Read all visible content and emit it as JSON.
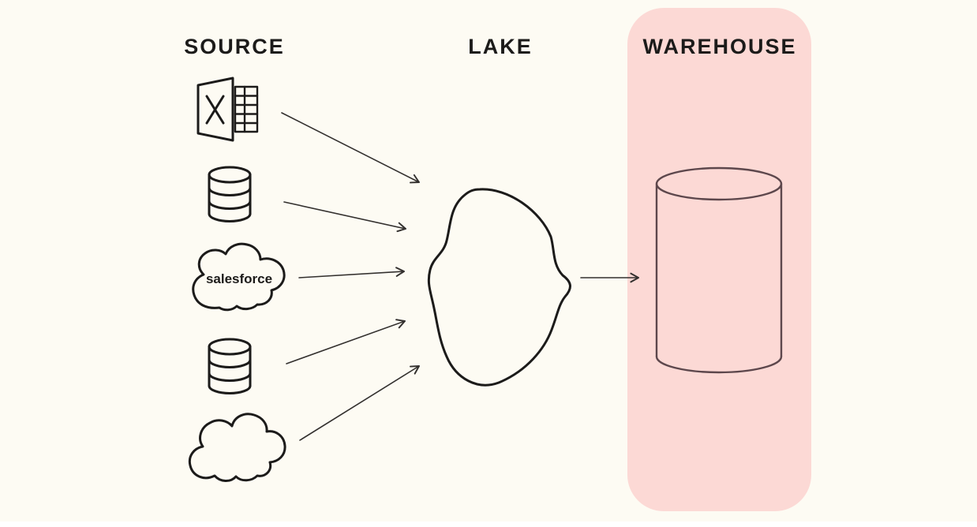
{
  "headings": {
    "source": "SOURCE",
    "lake": "LAKE",
    "warehouse": "WAREHOUSE"
  },
  "sources": [
    {
      "id": "excel",
      "icon": "excel-spreadsheet-icon"
    },
    {
      "id": "database-1",
      "icon": "database-cylinder-icon"
    },
    {
      "id": "salesforce",
      "icon": "salesforce-cloud-icon",
      "label": "salesforce"
    },
    {
      "id": "database-2",
      "icon": "database-cylinder-icon"
    },
    {
      "id": "cloud",
      "icon": "cloud-icon"
    }
  ],
  "lake": {
    "icon": "lake-blob-icon"
  },
  "warehouse": {
    "icon": "warehouse-cylinder-icon"
  },
  "edges": [
    {
      "from": "excel",
      "to": "lake"
    },
    {
      "from": "database-1",
      "to": "lake"
    },
    {
      "from": "salesforce",
      "to": "lake"
    },
    {
      "from": "database-2",
      "to": "lake"
    },
    {
      "from": "cloud",
      "to": "lake"
    },
    {
      "from": "lake",
      "to": "warehouse"
    }
  ],
  "colors": {
    "background": "#FDFBF3",
    "warehouse_panel": "#FCD9D5",
    "ink": "#1C1B1A",
    "arrow": "#33302E",
    "warehouse_ink": "#5D474C",
    "heading_text": "#1C1B1A"
  }
}
